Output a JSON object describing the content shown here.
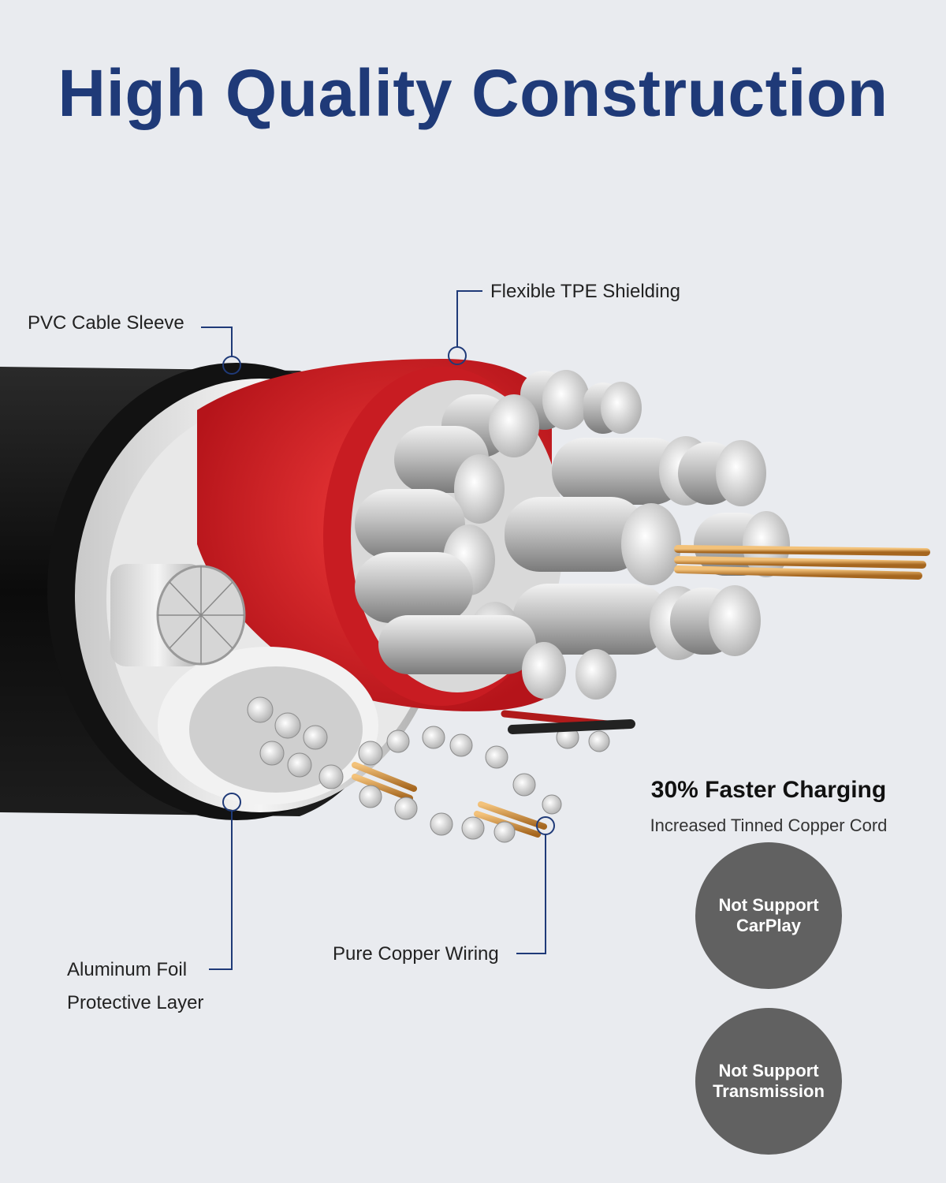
{
  "title": "High Quality Construction",
  "callouts": {
    "pvc": "PVC Cable Sleeve",
    "tpe": "Flexible TPE Shielding",
    "foil_line1": "Aluminum Foil",
    "foil_line2": "Protective Layer",
    "copper": "Pure Copper Wiring"
  },
  "feature": {
    "title": "30% Faster Charging",
    "subtitle": "Increased Tinned Copper Cord"
  },
  "badges": [
    {
      "label": "Not Support CarPlay"
    },
    {
      "label": "Not Support Transmission"
    }
  ],
  "colors": {
    "title": "#1f3a78",
    "callout_line": "#1f3a78",
    "sleeve": "#111111",
    "shielding": "#e0262b",
    "badge": "#616161"
  }
}
